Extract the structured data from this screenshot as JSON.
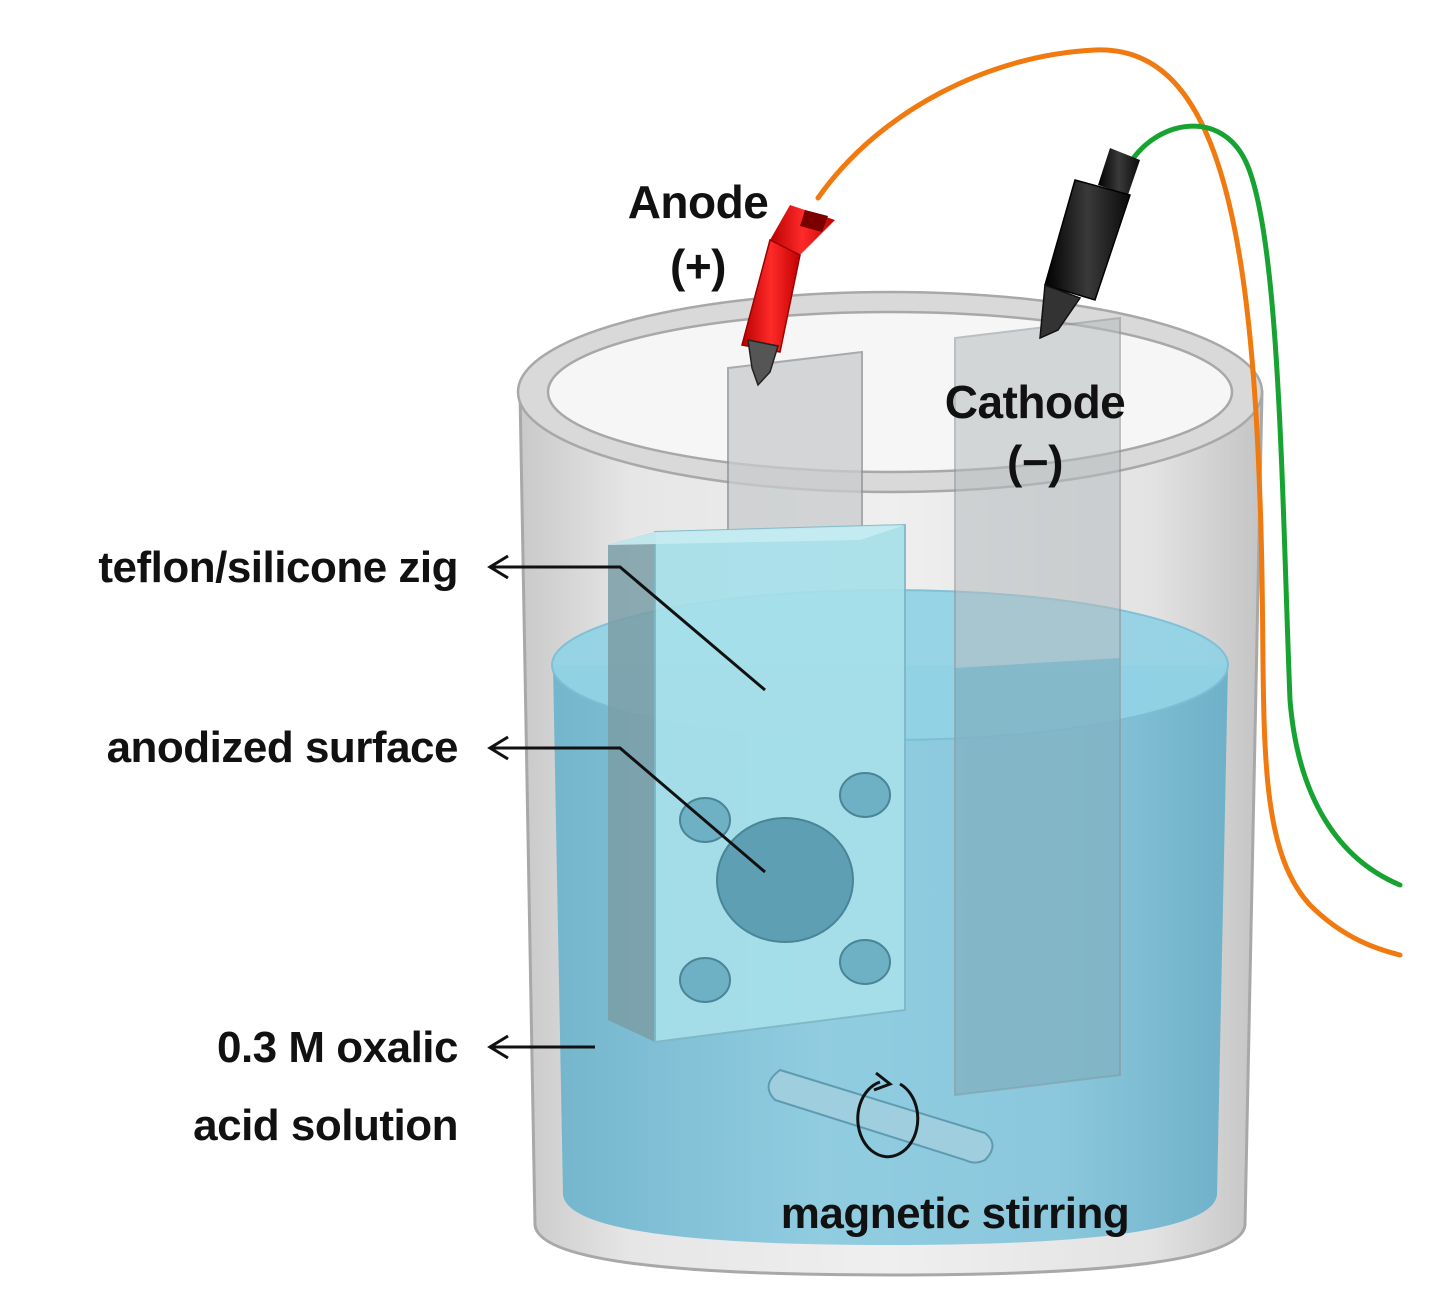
{
  "labels": {
    "anode": "Anode",
    "anode_sign": "(+)",
    "cathode": "Cathode",
    "cathode_sign": "(−)",
    "jig": "teflon/silicone zig",
    "surface": "anodized surface",
    "solution_line1": "0.3 M oxalic",
    "solution_line2": "acid solution",
    "stirring": "magnetic stirring"
  },
  "colors": {
    "anode_wire": "#f07a10",
    "cathode_wire": "#16a331",
    "anode_clip": "#ee1111",
    "cathode_clip": "#1a1a1a",
    "solution": "#7fc3d8",
    "jig": "#9fdde9",
    "beaker": "#d4d4d4"
  }
}
